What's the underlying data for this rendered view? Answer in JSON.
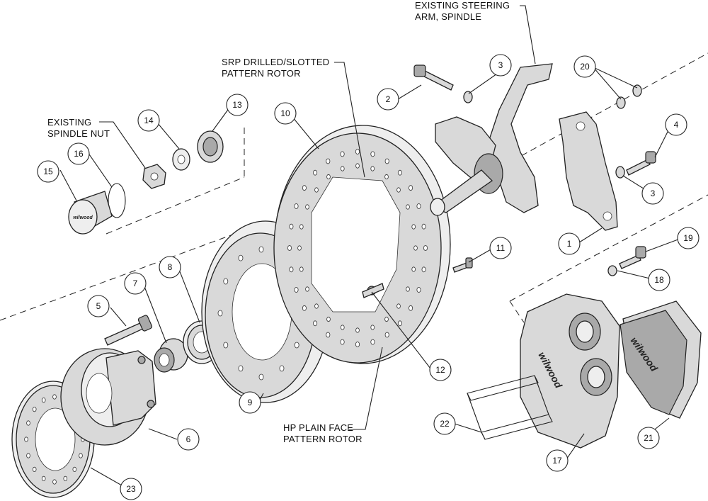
{
  "labels": {
    "existing_steering": [
      "EXISTING STEERING",
      "ARM, SPINDLE"
    ],
    "srp_rotor": [
      "SRP DRILLED/SLOTTED",
      "PATTERN ROTOR"
    ],
    "existing_nut": [
      "EXISTING",
      "SPINDLE NUT"
    ],
    "hp_rotor": [
      "HP PLAIN FACE",
      "PATTERN ROTOR"
    ]
  },
  "callouts": [
    "1",
    "2",
    "3",
    "3",
    "4",
    "5",
    "6",
    "7",
    "8",
    "9",
    "10",
    "11",
    "12",
    "13",
    "14",
    "15",
    "16",
    "17",
    "18",
    "19",
    "20",
    "21",
    "22",
    "23"
  ],
  "brand_text": "wilwood",
  "colors": {
    "line": "#222222",
    "part_fill": "#d9d9d9",
    "background": "#ffffff"
  }
}
